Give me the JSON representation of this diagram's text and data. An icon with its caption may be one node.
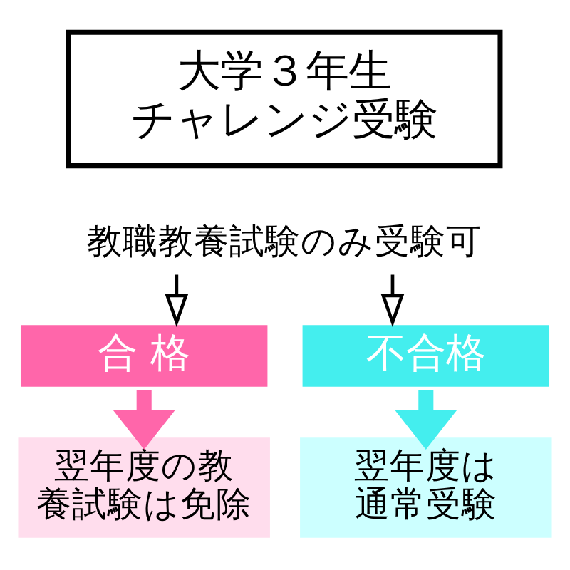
{
  "diagram": {
    "nodes": [
      {
        "text": [
          "大学３年生チャレンジ受験"
        ]
      },
      {
        "text": [
          "教職教養試験のみ受験可"
        ]
      },
      {
        "text": [
          "合 格"
        ]
      },
      {
        "text": [
          "不合格"
        ]
      },
      {
        "text": [
          "翌年度の教養試験は免除"
        ]
      },
      {
        "text": [
          "翌年度は通常受験"
        ]
      }
    ],
    "edges": [
      {
        "from": 1,
        "to": 2,
        "arrow": "to"
      },
      {
        "from": 1,
        "to": 3,
        "arrow": "to"
      },
      {
        "from": 2,
        "to": 4,
        "arrow": "to",
        "style": "thick",
        "color": "#ff66aa"
      },
      {
        "from": 3,
        "to": 5,
        "arrow": "to",
        "style": "thick",
        "color": "#44eeee"
      }
    ]
  }
}
